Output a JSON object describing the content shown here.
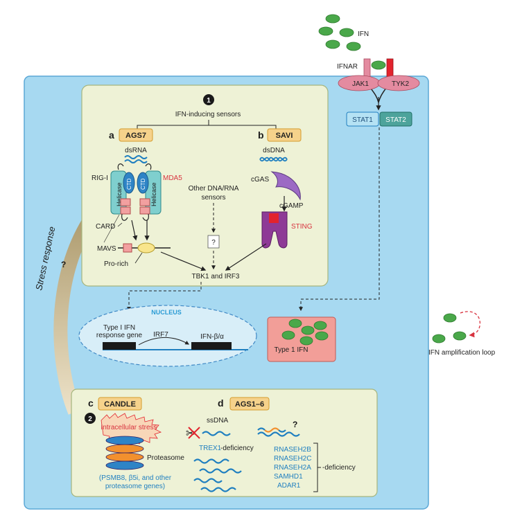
{
  "colors": {
    "cell": "#a7d9f1",
    "panel": "#eef2d6",
    "tag": "#f6d28b",
    "receptor": "#e48ba0",
    "ifn": "#4aa84a",
    "stat1": "#b5e2f4",
    "stat2": "#4da39b"
  },
  "ifn": {
    "label": "IFN",
    "receptor_label": "IFNAR",
    "jak1": "JAK1",
    "tyk2": "TYK2"
  },
  "stat": {
    "stat1": "STAT1",
    "stat2": "STAT2"
  },
  "sensors": {
    "step": "1",
    "title": "IFN-inducing sensors",
    "a_letter": "a",
    "a_tag": "AGS7",
    "b_letter": "b",
    "b_tag": "SAVI",
    "dsrna": "dsRNA",
    "rig_i": "RIG-I",
    "mda5": "MDA5",
    "helicase": "Helicase",
    "ctd": "CTD",
    "card": "CARD",
    "mavs": "MAVS",
    "pro_rich": "Pro-rich",
    "other_line1": "Other DNA/RNA",
    "other_line2": "sensors",
    "unknown": "?",
    "dsdna": "dsDNA",
    "cgas": "cGAS",
    "cgamp": "cGAMP",
    "sting": "STING",
    "tbk1": "TBK1 and IRF3"
  },
  "stress": {
    "label": "Stress response",
    "q": "?"
  },
  "nucleus": {
    "title": "NUCLEUS",
    "gene_line1": "Type I IFN",
    "gene_line2": "response gene",
    "irf7": "IRF7",
    "ifnba": "IFN-β/α"
  },
  "type1": {
    "label": "Type 1 IFN"
  },
  "loop": {
    "label": "IFN amplification loop"
  },
  "bottom": {
    "c_letter": "c",
    "c_tag": "CANDLE",
    "step": "2",
    "stress": "Intracellular stress",
    "proteasome": "Proteasome",
    "genes_line1": "(PSMB8, β5i, and other",
    "genes_line2": "proteasome genes)",
    "d_letter": "d",
    "d_tag": "AGS1–6",
    "ssdna": "ssDNA",
    "trex1": "TREX1",
    "trex_def": "-deficiency",
    "q": "?",
    "genes": [
      "RNASEH2B",
      "RNASEH2C",
      "RNASEH2A",
      "SAMHD1",
      "ADAR1"
    ],
    "def": "-deficiency"
  }
}
